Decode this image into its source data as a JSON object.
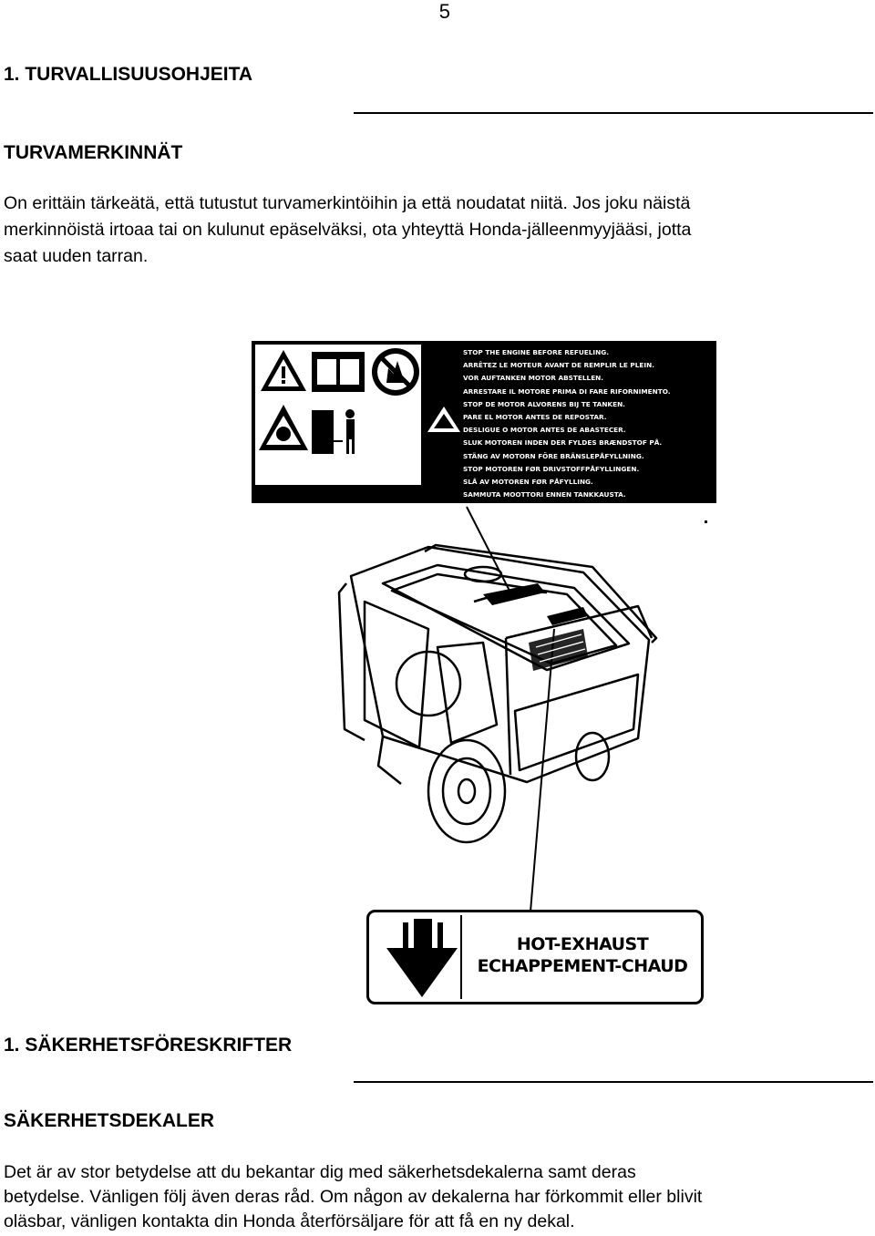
{
  "page_number": "5",
  "section_fi": {
    "title": "1. TURVALLISUUSOHJEITA",
    "subtitle": "TURVAMERKINNÄT",
    "lines": [
      "On erittäin tärkeätä, että tutustut turvamerkintöihin ja että noudatat niitä. Jos joku näistä",
      "merkinnöistä irtoaa tai on kulunut epäselväksi, ota yhteyttä Honda-jälleenmyyjääsi, jotta",
      "saat uuden tarran."
    ]
  },
  "warning_label": {
    "lines": [
      "STOP THE ENGINE BEFORE REFUELING.",
      "ARRÊTEZ LE MOTEUR AVANT DE REMPLIR LE PLEIN.",
      "VOR AUFTANKEN MOTOR ABSTELLEN.",
      "ARRESTARE IL MOTORE PRIMA DI FARE RIFORNIMENTO.",
      "STOP DE MOTOR ALVORENS BIJ TE TANKEN.",
      "PARE EL MOTOR ANTES DE REPOSTAR.",
      "DESLIGUE O MOTOR ANTES DE ABASTECER.",
      "SLUK MOTOREN INDEN DER FYLDES BRÆNDSTOF PÅ.",
      "STÄNG AV MOTORN FÖRE BRÄNSLEPÅFYLLNING.",
      "STOP MOTOREN FØR DRIVSTOFFPÅFYLLINGEN.",
      "SLÅ AV MOTOREN FØR PÅFYLLING.",
      "SAMMUTA MOOTTORI ENNEN TANKKAUSTA."
    ]
  },
  "exhaust_label": {
    "line1": "HOT-EXHAUST",
    "line2": "ECHAPPEMENT-CHAUD"
  },
  "section_sv": {
    "title": "1. SÄKERHETSFÖRESKRIFTER",
    "subtitle": "SÄKERHETSDEKALER",
    "lines": [
      "Det är av stor betydelse att du bekantar dig med säkerhetsdekalerna samt deras",
      "betydelse. Vänligen följ även deras råd. Om någon av dekalerna har förkommit eller blivit",
      "oläsbar, vänligen kontakta din Honda återförsäljare för att få en ny dekal."
    ]
  }
}
